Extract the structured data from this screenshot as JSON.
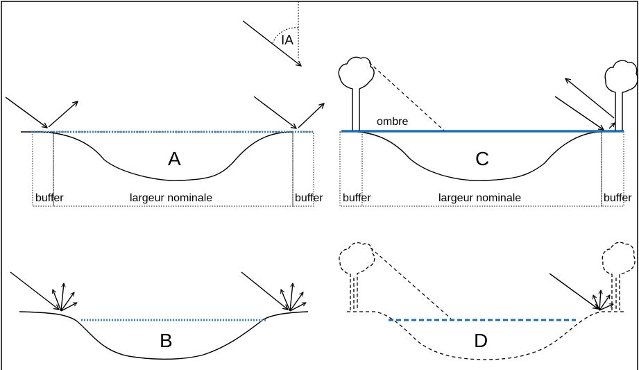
{
  "angle_label": "IA",
  "panels": {
    "A": {
      "letter": "A",
      "buffer_left": "buffer",
      "nominal": "largeur nominale",
      "buffer_right": "buffer"
    },
    "B": {
      "letter": "B"
    },
    "C": {
      "letter": "C",
      "shade": "ombre",
      "buffer_left": "buffer",
      "nominal": "largeur nominale",
      "buffer_right": "buffer"
    },
    "D": {
      "letter": "D"
    }
  },
  "colors": {
    "water": "#1f6fb8",
    "water_light": "#3a87c8",
    "lines": "#000000"
  },
  "icons": [
    "tree-icon",
    "incident-ray-arrow",
    "reflected-ray-arrow",
    "scattered-rays-icon"
  ]
}
